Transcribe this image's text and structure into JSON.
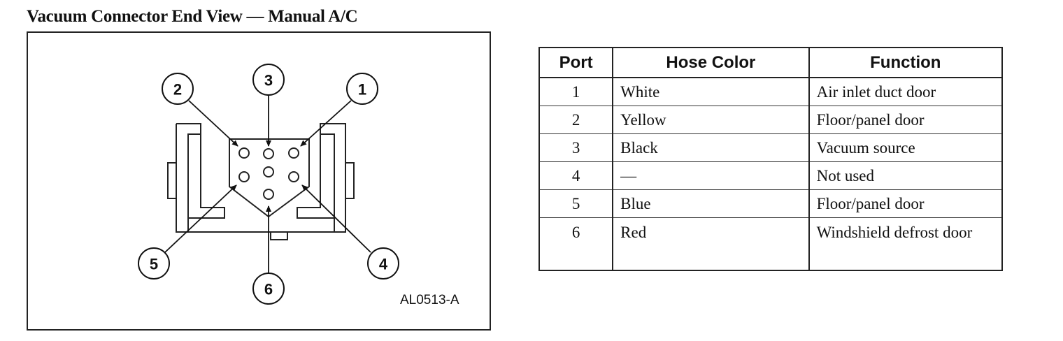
{
  "title": "Vacuum Connector End View — Manual A/C",
  "figure": {
    "code": "AL0513-A",
    "callouts": [
      "1",
      "2",
      "3",
      "4",
      "5",
      "6"
    ]
  },
  "table": {
    "headers": [
      "Port",
      "Hose Color",
      "Function"
    ],
    "rows": [
      {
        "port": "1",
        "color": "White",
        "function": "Air inlet duct door"
      },
      {
        "port": "2",
        "color": "Yellow",
        "function": "Floor/panel door"
      },
      {
        "port": "3",
        "color": "Black",
        "function": "Vacuum source"
      },
      {
        "port": "4",
        "color": "—",
        "function": "Not used"
      },
      {
        "port": "5",
        "color": "Blue",
        "function": "Floor/panel door"
      },
      {
        "port": "6",
        "color": "Red",
        "function": "Windshield defrost door"
      }
    ]
  }
}
